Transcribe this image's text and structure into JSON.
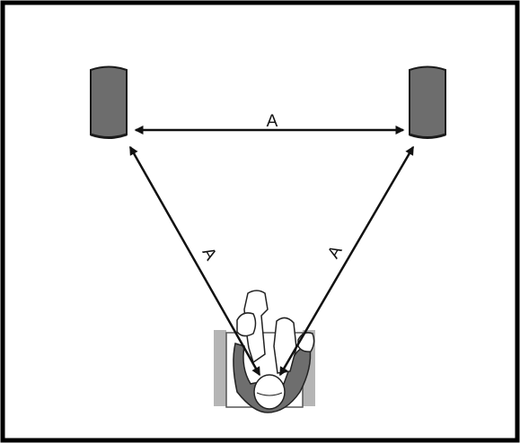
{
  "diagram": {
    "distance_label_top": "A",
    "distance_label_left": "A",
    "distance_label_right": "A",
    "colors": {
      "frame": "#000000",
      "speaker_body": "#6d6d6d",
      "speaker_edge": "#1a1a1a",
      "chair": "#b5b5b5",
      "person_dark": "#6e6e6e",
      "line": "#111111"
    }
  }
}
